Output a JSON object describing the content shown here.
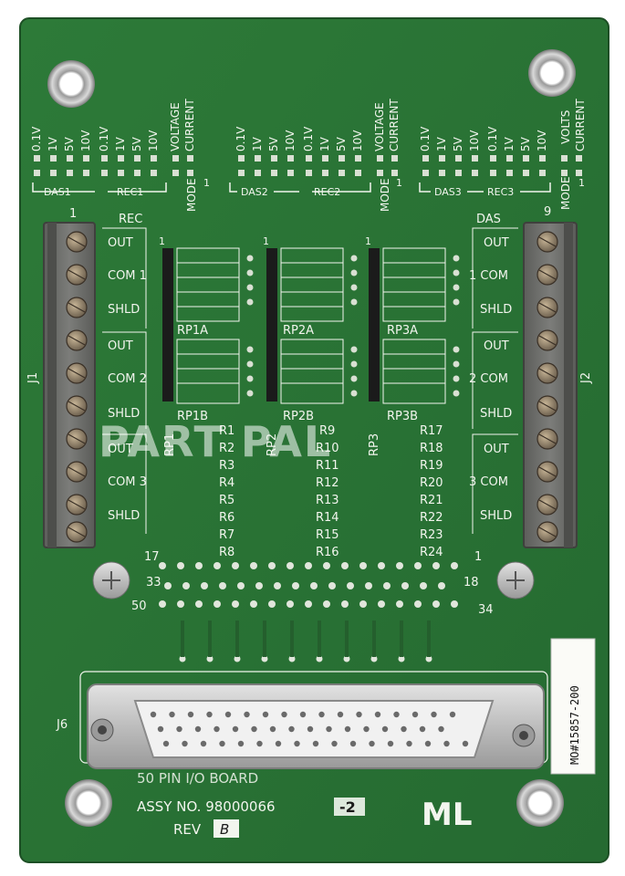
{
  "colors": {
    "pcb_green": "#2f7a3a",
    "pcb_dark": "#23602d",
    "silkscreen": "#f2f5ee",
    "terminal_block": "#6e6f6c",
    "screw": "#9c8c76",
    "connector_metal": "#c8c8c8"
  },
  "top_headers": {
    "group1": {
      "labels": [
        "0.1V",
        "1V",
        "5V",
        "10V",
        "0.1V",
        "1V",
        "5V",
        "10V",
        "VOLTAGE",
        "CURRENT"
      ],
      "das": "DAS1",
      "rec": "REC1",
      "mode": "MODE",
      "one": "1"
    },
    "group2": {
      "labels": [
        "0.1V",
        "1V",
        "5V",
        "10V",
        "0.1V",
        "1V",
        "5V",
        "10V",
        "VOLTAGE",
        "CURRENT"
      ],
      "das": "DAS2",
      "rec": "REC2",
      "mode": "MODE",
      "one": "1"
    },
    "group3": {
      "labels": [
        "0.1V",
        "1V",
        "5V",
        "10V",
        "0.1V",
        "1V",
        "5V",
        "10V",
        "VOLTS",
        "CURRENT"
      ],
      "das": "DAS3",
      "rec": "REC3",
      "mode": "MODE",
      "one": "1"
    }
  },
  "left_block": {
    "pin_one": "1",
    "ref": "J1",
    "rec": "REC",
    "labels": [
      "OUT",
      "COM 1",
      "SHLD",
      "OUT",
      "COM 2",
      "SHLD",
      "OUT",
      "COM 3",
      "SHLD"
    ]
  },
  "right_block": {
    "pin_nine": "9",
    "ref": "J2",
    "das": "DAS",
    "labels": [
      "OUT",
      "1 COM",
      "SHLD",
      "OUT",
      "2 COM",
      "SHLD",
      "OUT",
      "3 COM",
      "SHLD"
    ]
  },
  "resistor_packs": {
    "pack1": {
      "a": "RP1A",
      "b": "RP1B",
      "ref": "RP1",
      "one": "1"
    },
    "pack2": {
      "a": "RP2A",
      "b": "RP2B",
      "ref": "RP2",
      "one": "1"
    },
    "pack3": {
      "a": "RP3A",
      "b": "RP3B",
      "ref": "RP3",
      "one": "1"
    }
  },
  "resistors": {
    "col1": [
      "R1",
      "R2",
      "R3",
      "R4",
      "R5",
      "R6",
      "R7",
      "R8"
    ],
    "col2": [
      "R9",
      "R10",
      "R11",
      "R12",
      "R13",
      "R14",
      "R15",
      "R16"
    ],
    "col3": [
      "R17",
      "R18",
      "R19",
      "R20",
      "R21",
      "R22",
      "R23",
      "R24"
    ]
  },
  "ribbon_header": {
    "pin17": "17",
    "pin1": "1",
    "pin33": "33",
    "pin18": "18",
    "pin50": "50",
    "pin34": "34"
  },
  "dsub": {
    "ref": "J6",
    "title": "50 PIN I/O BOARD",
    "assy": "ASSY NO. 98000066",
    "dash": "-2",
    "rev_label": "REV",
    "rev": "B",
    "logo": "ML"
  },
  "sticker": {
    "text": "MO#15857-200"
  },
  "watermark": {
    "text": "PART  PAL"
  }
}
